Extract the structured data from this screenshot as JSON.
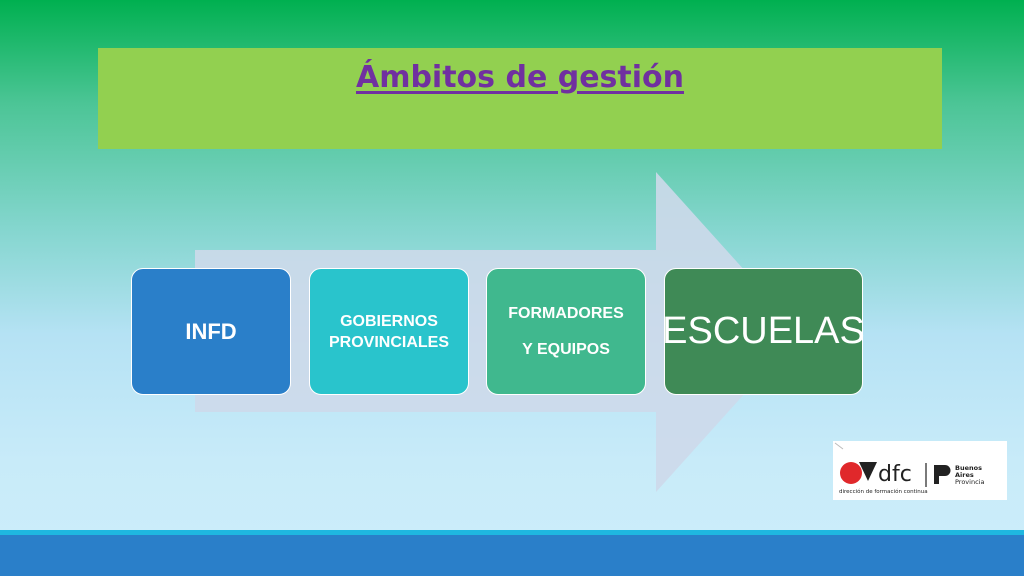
{
  "title": "Ámbitos de gestión",
  "boxes": {
    "infd": "INFD",
    "gobiernos_line1": "GOBIERNOS",
    "gobiernos_line2": "PROVINCIALES",
    "formadores_line1": "FORMADORES",
    "formadores_line2": "Y EQUIPOS",
    "escuelas": "ESCUELAS"
  },
  "logo": {
    "brand": "dfc",
    "tagline": "dirección de formación continua",
    "region_line1": "Buenos",
    "region_line2": "Aires",
    "region_line3": "Provincia"
  },
  "colors": {
    "title_banner": "#92d050",
    "title_text": "#7030a0",
    "infd": "#2a7fc9",
    "gobiernos": "#29c4cc",
    "formadores": "#40b88e",
    "escuelas": "#3f8a56",
    "footer": "#2a7fc9"
  }
}
